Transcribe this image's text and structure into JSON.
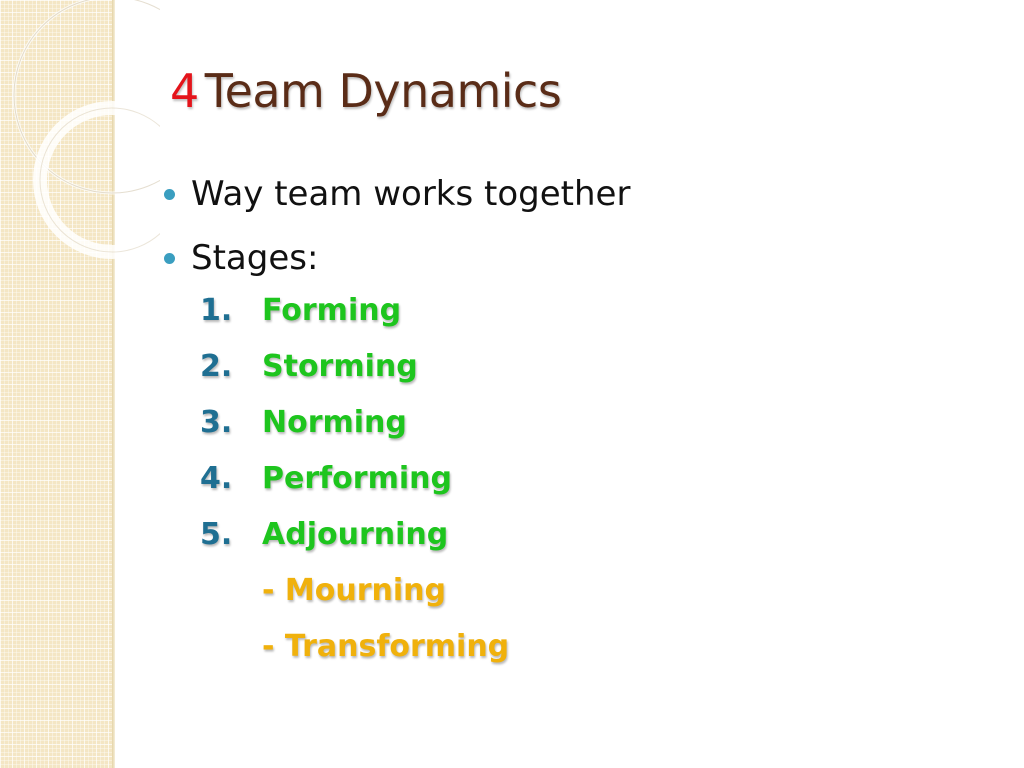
{
  "slide": {
    "title_number": "4",
    "title_text": "Team Dynamics",
    "bullets": [
      "Way team works together",
      "Stages:"
    ],
    "stages": [
      {
        "number": "1.",
        "label": "Forming"
      },
      {
        "number": "2.",
        "label": "Storming"
      },
      {
        "number": "3.",
        "label": "Norming"
      },
      {
        "number": "4.",
        "label": "Performing"
      },
      {
        "number": "5.",
        "label": "Adjourning"
      }
    ],
    "sub_stages": [
      {
        "dash": "-",
        "label": "Mourning"
      },
      {
        "dash": "-",
        "label": "Transforming"
      }
    ]
  },
  "colors": {
    "title": "#5a2c17",
    "title_number": "#e4141b",
    "bullet_dot": "#3a9ec0",
    "stage_number": "#1f6f92",
    "stage_label": "#1ec51e",
    "sub_stage": "#f0b10c",
    "side_panel": "#f4e6c4"
  }
}
